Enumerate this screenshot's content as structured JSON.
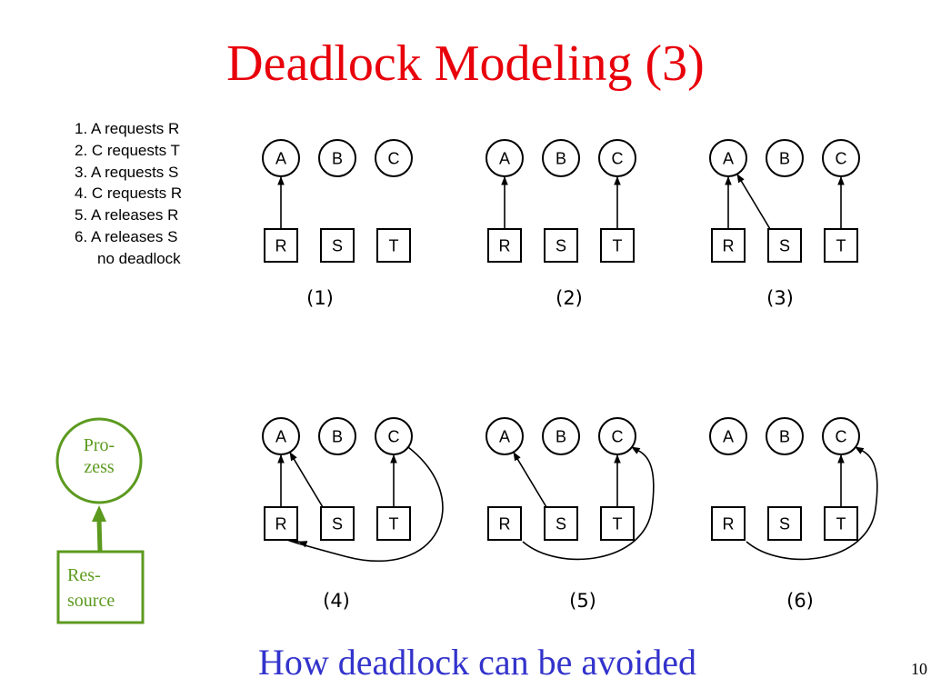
{
  "slide": {
    "title": "Deadlock Modeling (3)",
    "subtitle": "How deadlock can be avoided",
    "page_number": "10",
    "colors": {
      "title": "#e8000b",
      "subtitle": "#3333cc",
      "legend": "#5c9a1f",
      "ink": "#000000"
    }
  },
  "steps": [
    "1. A requests R",
    "2. C requests T",
    "3. A requests S",
    "4. C requests R",
    "5. A releases R",
    "6. A releases S",
    "no deadlock"
  ],
  "graph": {
    "process_labels": [
      "A",
      "B",
      "C"
    ],
    "resource_labels": [
      "R",
      "S",
      "T"
    ],
    "panels": [
      {
        "caption": "(1)",
        "edges": [
          [
            "R",
            "A"
          ]
        ]
      },
      {
        "caption": "(2)",
        "edges": [
          [
            "R",
            "A"
          ],
          [
            "T",
            "C"
          ]
        ]
      },
      {
        "caption": "(3)",
        "edges": [
          [
            "R",
            "A"
          ],
          [
            "S",
            "A"
          ],
          [
            "T",
            "C"
          ]
        ]
      },
      {
        "caption": "(4)",
        "edges": [
          [
            "R",
            "A"
          ],
          [
            "S",
            "A"
          ],
          [
            "T",
            "C"
          ],
          [
            "C",
            "R"
          ]
        ]
      },
      {
        "caption": "(5)",
        "edges": [
          [
            "S",
            "A"
          ],
          [
            "T",
            "C"
          ],
          [
            "R",
            "C"
          ]
        ]
      },
      {
        "caption": "(6)",
        "edges": [
          [
            "T",
            "C"
          ],
          [
            "R",
            "C"
          ]
        ]
      }
    ]
  },
  "legend": {
    "process_label": [
      "Pro-",
      "zess"
    ],
    "resource_label": [
      "Res-",
      "source"
    ]
  }
}
